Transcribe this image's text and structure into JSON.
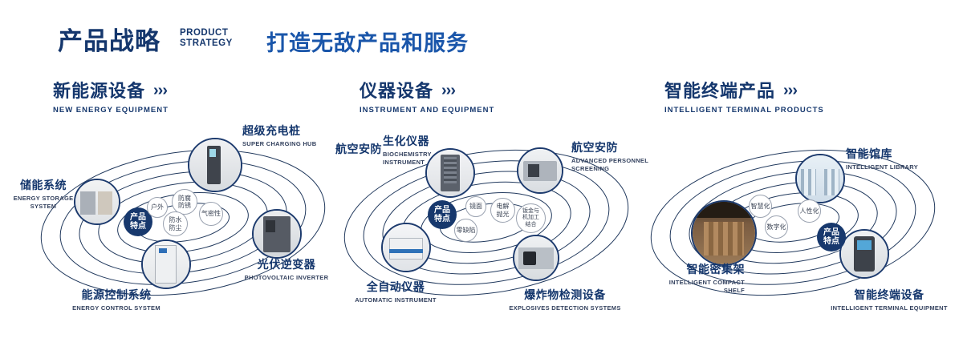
{
  "header": {
    "title_zh": "产品战略",
    "title_en": "PRODUCT STRATEGY",
    "slogan": "打造无敌产品和服务"
  },
  "icons": {
    "arrows": "›››"
  },
  "sections": [
    {
      "title_zh": "新能源设备",
      "title_en": "NEW ENERGY EQUIPMENT",
      "badge": "产品特点",
      "features": [
        "防腐防锈",
        "户外",
        "气密性",
        "防水防尘"
      ],
      "products": [
        {
          "zh": "超级充电桩",
          "en": "SUPER CHARGING HUB"
        },
        {
          "zh": "储能系统",
          "en": "ENERGY STORAGE SYSTEM"
        },
        {
          "zh": "光伏逆变器",
          "en": "PHOTOVOLTAIC INVERTER"
        },
        {
          "zh": "能源控制系统",
          "en": "ENERGY CONTROL SYSTEM"
        }
      ]
    },
    {
      "title_zh": "仪器设备",
      "title_en": "INSTRUMENT AND EQUIPMENT",
      "badge": "产品特点",
      "side_label": "航空安防",
      "features": [
        "镜面",
        "电解抛光",
        "零缺陷",
        "钣金与机加工结合"
      ],
      "products": [
        {
          "zh": "生化仪器",
          "en": "BIOCHEMISTRY INSTRUMENT"
        },
        {
          "zh": "航空安防",
          "en": "ADVANCED PERSONNEL SCREENING"
        },
        {
          "zh": "全自动仪器",
          "en": "AUTOMATIC INSTRUMENT"
        },
        {
          "zh": "爆炸物检测设备",
          "en": "EXPLOSIVES DETECTION SYSTEMS"
        }
      ]
    },
    {
      "title_zh": "智能终端产品",
      "title_en": "INTELLIGENT TERMINAL PRODUCTS",
      "badge": "产品特点",
      "features": [
        "智慧化",
        "人性化",
        "数字化"
      ],
      "products": [
        {
          "zh": "智能馆库",
          "en": "INTELLIGENT LIBRARY"
        },
        {
          "zh": "智能密集架",
          "en": "INTELLIGENT COMPACT SHELF"
        },
        {
          "zh": "智能终端设备",
          "en": "INTELLIGENT TERMINAL EQUIPMENT"
        }
      ]
    }
  ]
}
